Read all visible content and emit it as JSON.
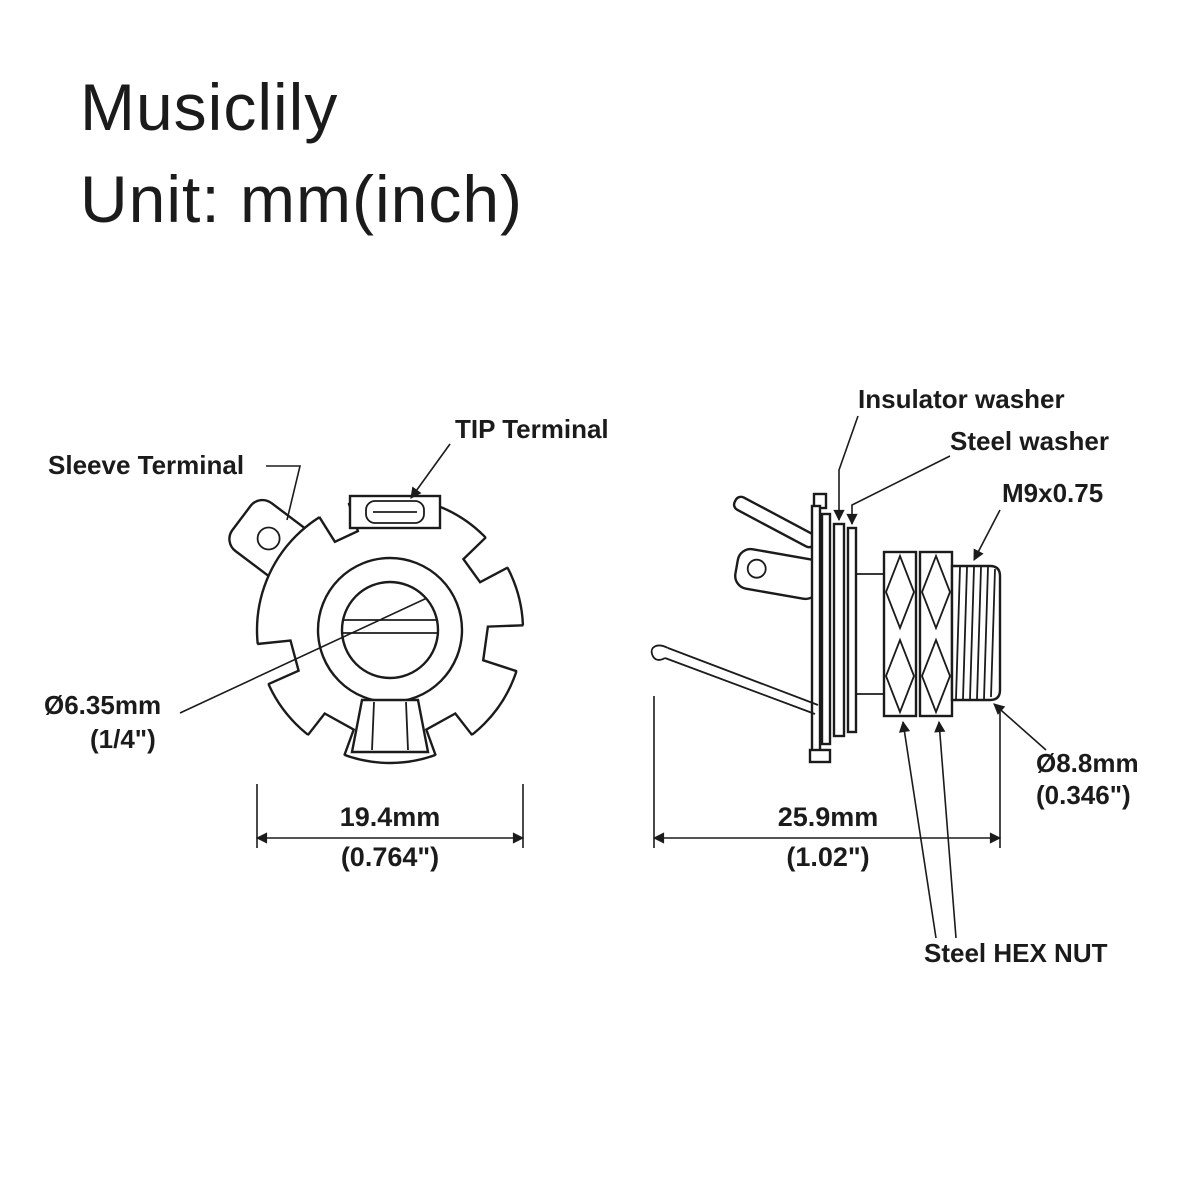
{
  "page": {
    "title": "Musiclily",
    "subtitle": "Unit: mm(inch)"
  },
  "front_view": {
    "sleeve_terminal_label": "Sleeve Terminal",
    "tip_terminal_label": "TIP Terminal",
    "hole_diameter": {
      "line1": "Ø6.35mm",
      "line2": "(1/4\")"
    },
    "width_dimension": {
      "line1": "19.4mm",
      "line2": "(0.764\")"
    }
  },
  "side_view": {
    "insulator_washer_label": "Insulator washer",
    "steel_washer_label": "Steel washer",
    "thread_spec_label": "M9x0.75",
    "bushing_diameter": {
      "line1": "Ø8.8mm",
      "line2": "(0.346\")"
    },
    "length_dimension": {
      "line1": "25.9mm",
      "line2": "(1.02\")"
    },
    "hex_nut_label": "Steel HEX NUT"
  }
}
